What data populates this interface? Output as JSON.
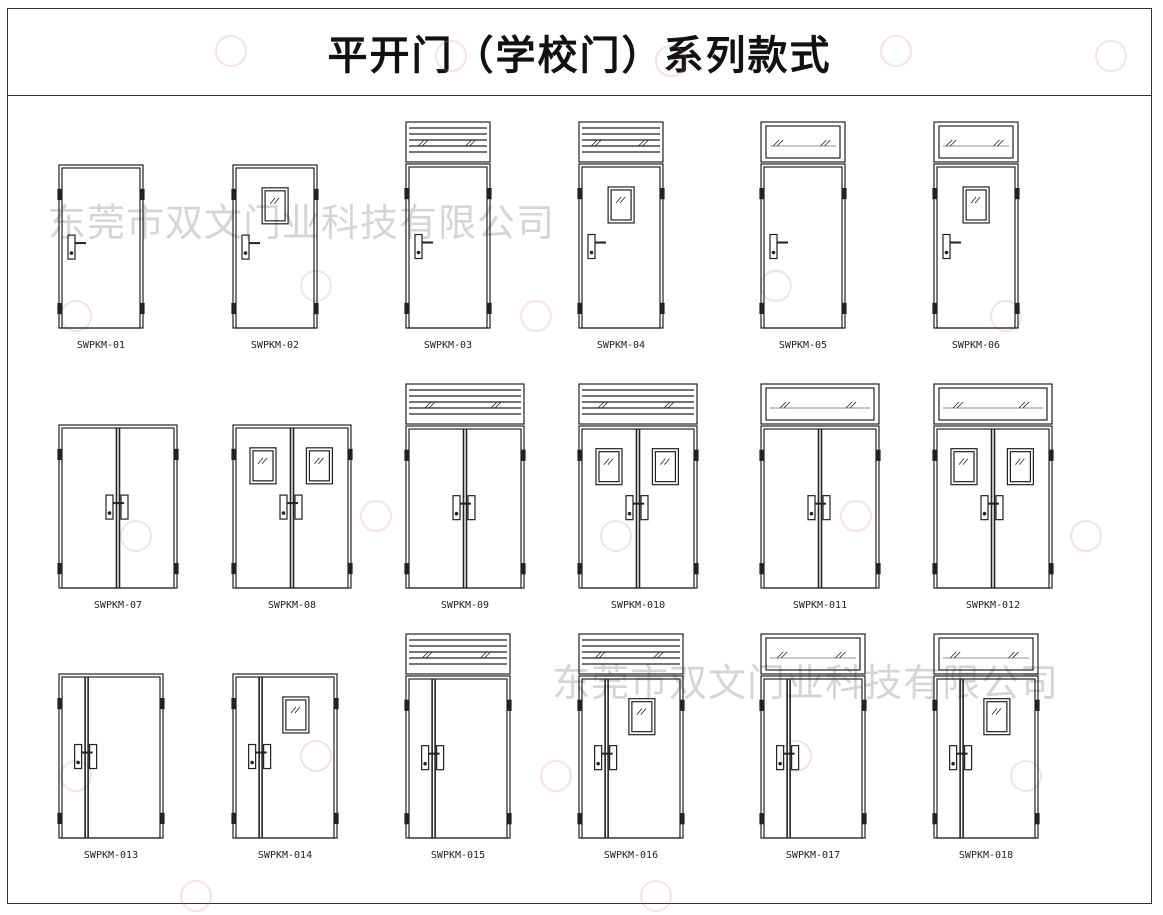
{
  "title": "平开门（学校门）系列款式",
  "watermark_text": "东莞市双文门业科技有限公司",
  "colors": {
    "line": "#222222",
    "frame": "#333333",
    "watermark": "#999999"
  },
  "doors": [
    {
      "label": "SWPKM-01",
      "leaves": 1,
      "window": false,
      "transom": "none"
    },
    {
      "label": "SWPKM-02",
      "leaves": 1,
      "window": true,
      "transom": "none"
    },
    {
      "label": "SWPKM-03",
      "leaves": 1,
      "window": false,
      "transom": "louver"
    },
    {
      "label": "SWPKM-04",
      "leaves": 1,
      "window": true,
      "transom": "louver"
    },
    {
      "label": "SWPKM-05",
      "leaves": 1,
      "window": false,
      "transom": "glass"
    },
    {
      "label": "SWPKM-06",
      "leaves": 1,
      "window": true,
      "transom": "glass"
    },
    {
      "label": "SWPKM-07",
      "leaves": 2,
      "window": false,
      "transom": "none"
    },
    {
      "label": "SWPKM-08",
      "leaves": 2,
      "window": true,
      "transom": "none"
    },
    {
      "label": "SWPKM-09",
      "leaves": 2,
      "window": false,
      "transom": "louver"
    },
    {
      "label": "SWPKM-010",
      "leaves": 2,
      "window": true,
      "transom": "louver"
    },
    {
      "label": "SWPKM-011",
      "leaves": 2,
      "window": false,
      "transom": "glass"
    },
    {
      "label": "SWPKM-012",
      "leaves": 2,
      "window": true,
      "transom": "glass"
    },
    {
      "label": "SWPKM-013",
      "leaves": 3,
      "window": false,
      "transom": "none"
    },
    {
      "label": "SWPKM-014",
      "leaves": 3,
      "window": true,
      "transom": "none"
    },
    {
      "label": "SWPKM-015",
      "leaves": 3,
      "window": false,
      "transom": "louver"
    },
    {
      "label": "SWPKM-016",
      "leaves": 3,
      "window": true,
      "transom": "louver"
    },
    {
      "label": "SWPKM-017",
      "leaves": 3,
      "window": false,
      "transom": "glass"
    },
    {
      "label": "SWPKM-018",
      "leaves": 3,
      "window": true,
      "transom": "glass"
    }
  ]
}
